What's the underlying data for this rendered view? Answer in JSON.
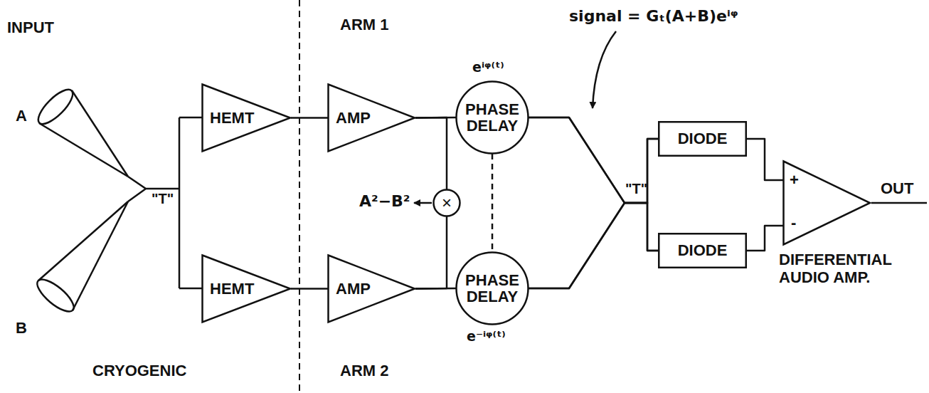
{
  "diagram": {
    "nodes": [
      {
        "text": [
          "HEMT"
        ]
      },
      {
        "text": [
          "HEMT"
        ]
      },
      {
        "text": [
          "AMP"
        ]
      },
      {
        "text": [
          "AMP"
        ]
      },
      {
        "text": [
          "PHASE DELAY"
        ]
      },
      {
        "text": [
          "×"
        ]
      },
      {
        "text": [
          "PHASE DELAY"
        ]
      },
      {
        "text": [
          "DIODE"
        ]
      },
      {
        "text": [
          "DIODE"
        ]
      },
      {
        "text": [
          "+",
          "-"
        ]
      }
    ],
    "edges": [
      {
        "from": 0,
        "to": 2,
        "arrow": "none"
      },
      {
        "from": 1,
        "to": 3,
        "arrow": "none"
      },
      {
        "from": 2,
        "to": 4,
        "arrow": "none"
      },
      {
        "from": 3,
        "to": 6,
        "arrow": "none"
      },
      {
        "from": 2,
        "to": 5,
        "arrow": "none"
      },
      {
        "from": 3,
        "to": 5,
        "arrow": "none"
      },
      {
        "from": 4,
        "to": 6,
        "arrow": "none"
      },
      {
        "from": 4,
        "to": 7,
        "arrow": "none"
      },
      {
        "from": 4,
        "to": 8,
        "arrow": "none"
      },
      {
        "from": 6,
        "to": 7,
        "arrow": "none"
      },
      {
        "from": 6,
        "to": 8,
        "arrow": "none"
      },
      {
        "from": 7,
        "to": 9,
        "arrow": "none"
      },
      {
        "from": 8,
        "to": 9,
        "arrow": "none"
      }
    ],
    "labels": [
      "INPUT",
      "A",
      "B",
      "CRYOGENIC",
      "ARM 1",
      "ARM 2",
      "eⁱᵠ⁽ᵗ⁾",
      "e⁻ⁱᵠ⁽ᵗ⁾",
      "signal = Gₜ(A+B)eⁱᵠ",
      "A²−B²",
      "\"T\"",
      "\"T\"",
      "OUT",
      "DIFFERENTIAL AUDIO AMP."
    ]
  }
}
